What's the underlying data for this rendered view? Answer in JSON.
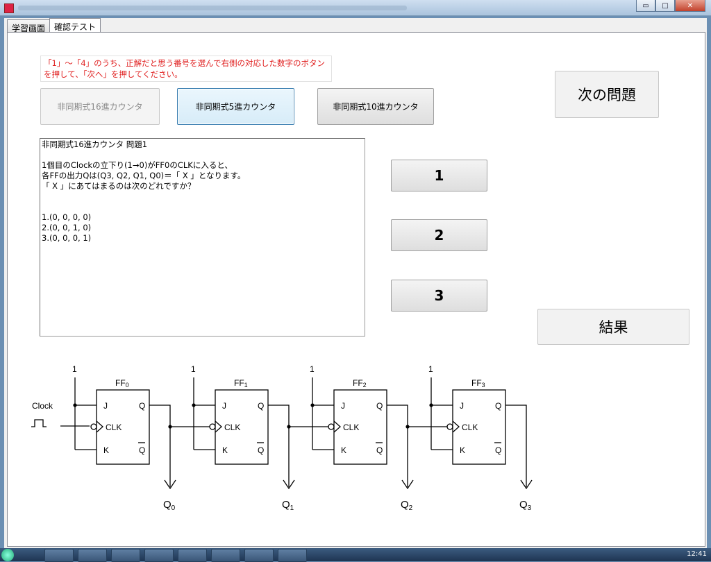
{
  "window": {
    "minimize_glyph": "▭",
    "maximize_glyph": "□",
    "close_glyph": "✕"
  },
  "tabs": [
    {
      "label": "学習画面"
    },
    {
      "label": "確認テスト"
    }
  ],
  "instruction": "「1」〜「4」のうち、正解だと思う番号を選んで右側の対応した数字のボタンを押して、「次へ」を押してください。",
  "categories": [
    {
      "label": "非同期式16進カウンタ",
      "state": "disabled"
    },
    {
      "label": "非同期式5進カウンタ",
      "state": "focused"
    },
    {
      "label": "非同期式10進カウンタ",
      "state": "normal"
    }
  ],
  "question": {
    "lines": [
      "非同期式16進カウンタ 問題1",
      "",
      "1個目のClockの立下り(1→0)がFF0のCLKに入ると、",
      "各FFの出力Qは(Q3, Q2, Q1, Q0)＝「 X 」となります。",
      "「 X 」にあてはまるのは次のどれですか？",
      "",
      "",
      "1.(0, 0, 0, 0)",
      "2.(0, 0, 1, 0)",
      "3.(0, 0, 0, 1)"
    ]
  },
  "answers": [
    {
      "label": "1"
    },
    {
      "label": "2"
    },
    {
      "label": "3"
    }
  ],
  "next_button": "次の問題",
  "result_button": "結果",
  "circuit": {
    "clock_label": "Clock",
    "high_input": "1",
    "pin_j": "J",
    "pin_k": "K",
    "pin_clk": "CLK",
    "pin_q": "Q",
    "flipflops": [
      {
        "name": "FF",
        "index": "0",
        "output": "Q",
        "output_index": "0"
      },
      {
        "name": "FF",
        "index": "1",
        "output": "Q",
        "output_index": "1"
      },
      {
        "name": "FF",
        "index": "2",
        "output": "Q",
        "output_index": "2"
      },
      {
        "name": "FF",
        "index": "3",
        "output": "Q",
        "output_index": "3"
      }
    ]
  },
  "taskbar": {
    "clock": "12:41"
  }
}
